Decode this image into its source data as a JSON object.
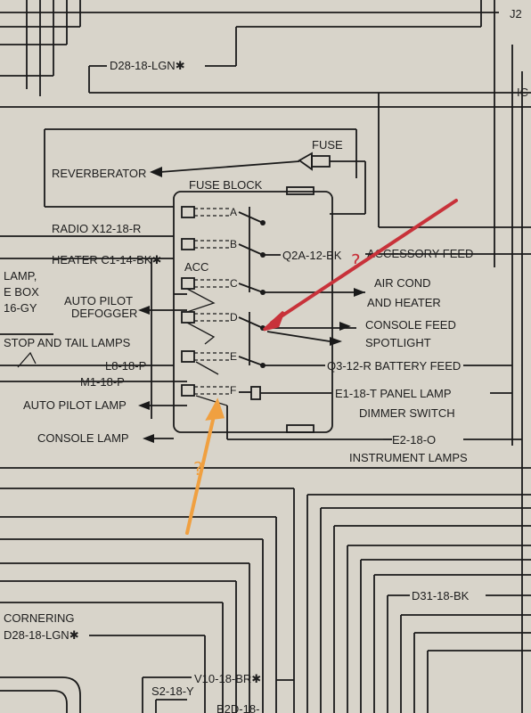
{
  "labels": {
    "j2": "J2",
    "d28_top": "D28-18-LGN✱",
    "ic": "IC",
    "fuse": "FUSE",
    "reverberator": "REVERBERATOR",
    "fuse_block": "FUSE BLOCK",
    "radio": "RADIO X12-18-R",
    "heater": "HEATER C1-14-BK✱",
    "acc": "ACC",
    "lamp_partial": "LAMP,",
    "box_partial": "E BOX",
    "gy_partial": "16-GY",
    "auto_pilot": "AUTO PILOT",
    "defogger": "DEFOGGER",
    "stop_tail": "STOP AND TAIL LAMPS",
    "l8": "L8-18-P",
    "m1": "M1-18-P",
    "auto_pilot_lamp": "AUTO PILOT LAMP",
    "console_lamp": "CONSOLE LAMP",
    "fuse_a": "A",
    "fuse_b": "B",
    "fuse_c": "C",
    "fuse_d": "D",
    "fuse_e": "E",
    "fuse_f": "F",
    "q2a": "Q2A-12-BK",
    "accessory_feed": "ACCESSORY FEED",
    "air_cond": "AIR COND",
    "and_heater": "AND HEATER",
    "console_feed": "CONSOLE FEED",
    "spotlight": "SPOTLIGHT",
    "q3": "Q3-12-R BATTERY FEED",
    "e1": "E1-18-T PANEL LAMP",
    "dimmer": "DIMMER SWITCH",
    "e2": "E2-18-O",
    "instrument_lamps": "INSTRUMENT LAMPS",
    "d31": "D31-18-BK",
    "cornering": "CORNERING",
    "d28_bottom": "D28-18-LGN✱",
    "v10": "V10-18-BR✱",
    "s2": "S2-18-Y",
    "b2d": "B2D-18-"
  },
  "annotations": {
    "question_red": "?",
    "question_orange": "?"
  },
  "colors": {
    "paper": "#d8d4ca",
    "ink": "#1a1a1a",
    "red_arrow": "#c8323a",
    "orange_arrow": "#f0a040"
  }
}
